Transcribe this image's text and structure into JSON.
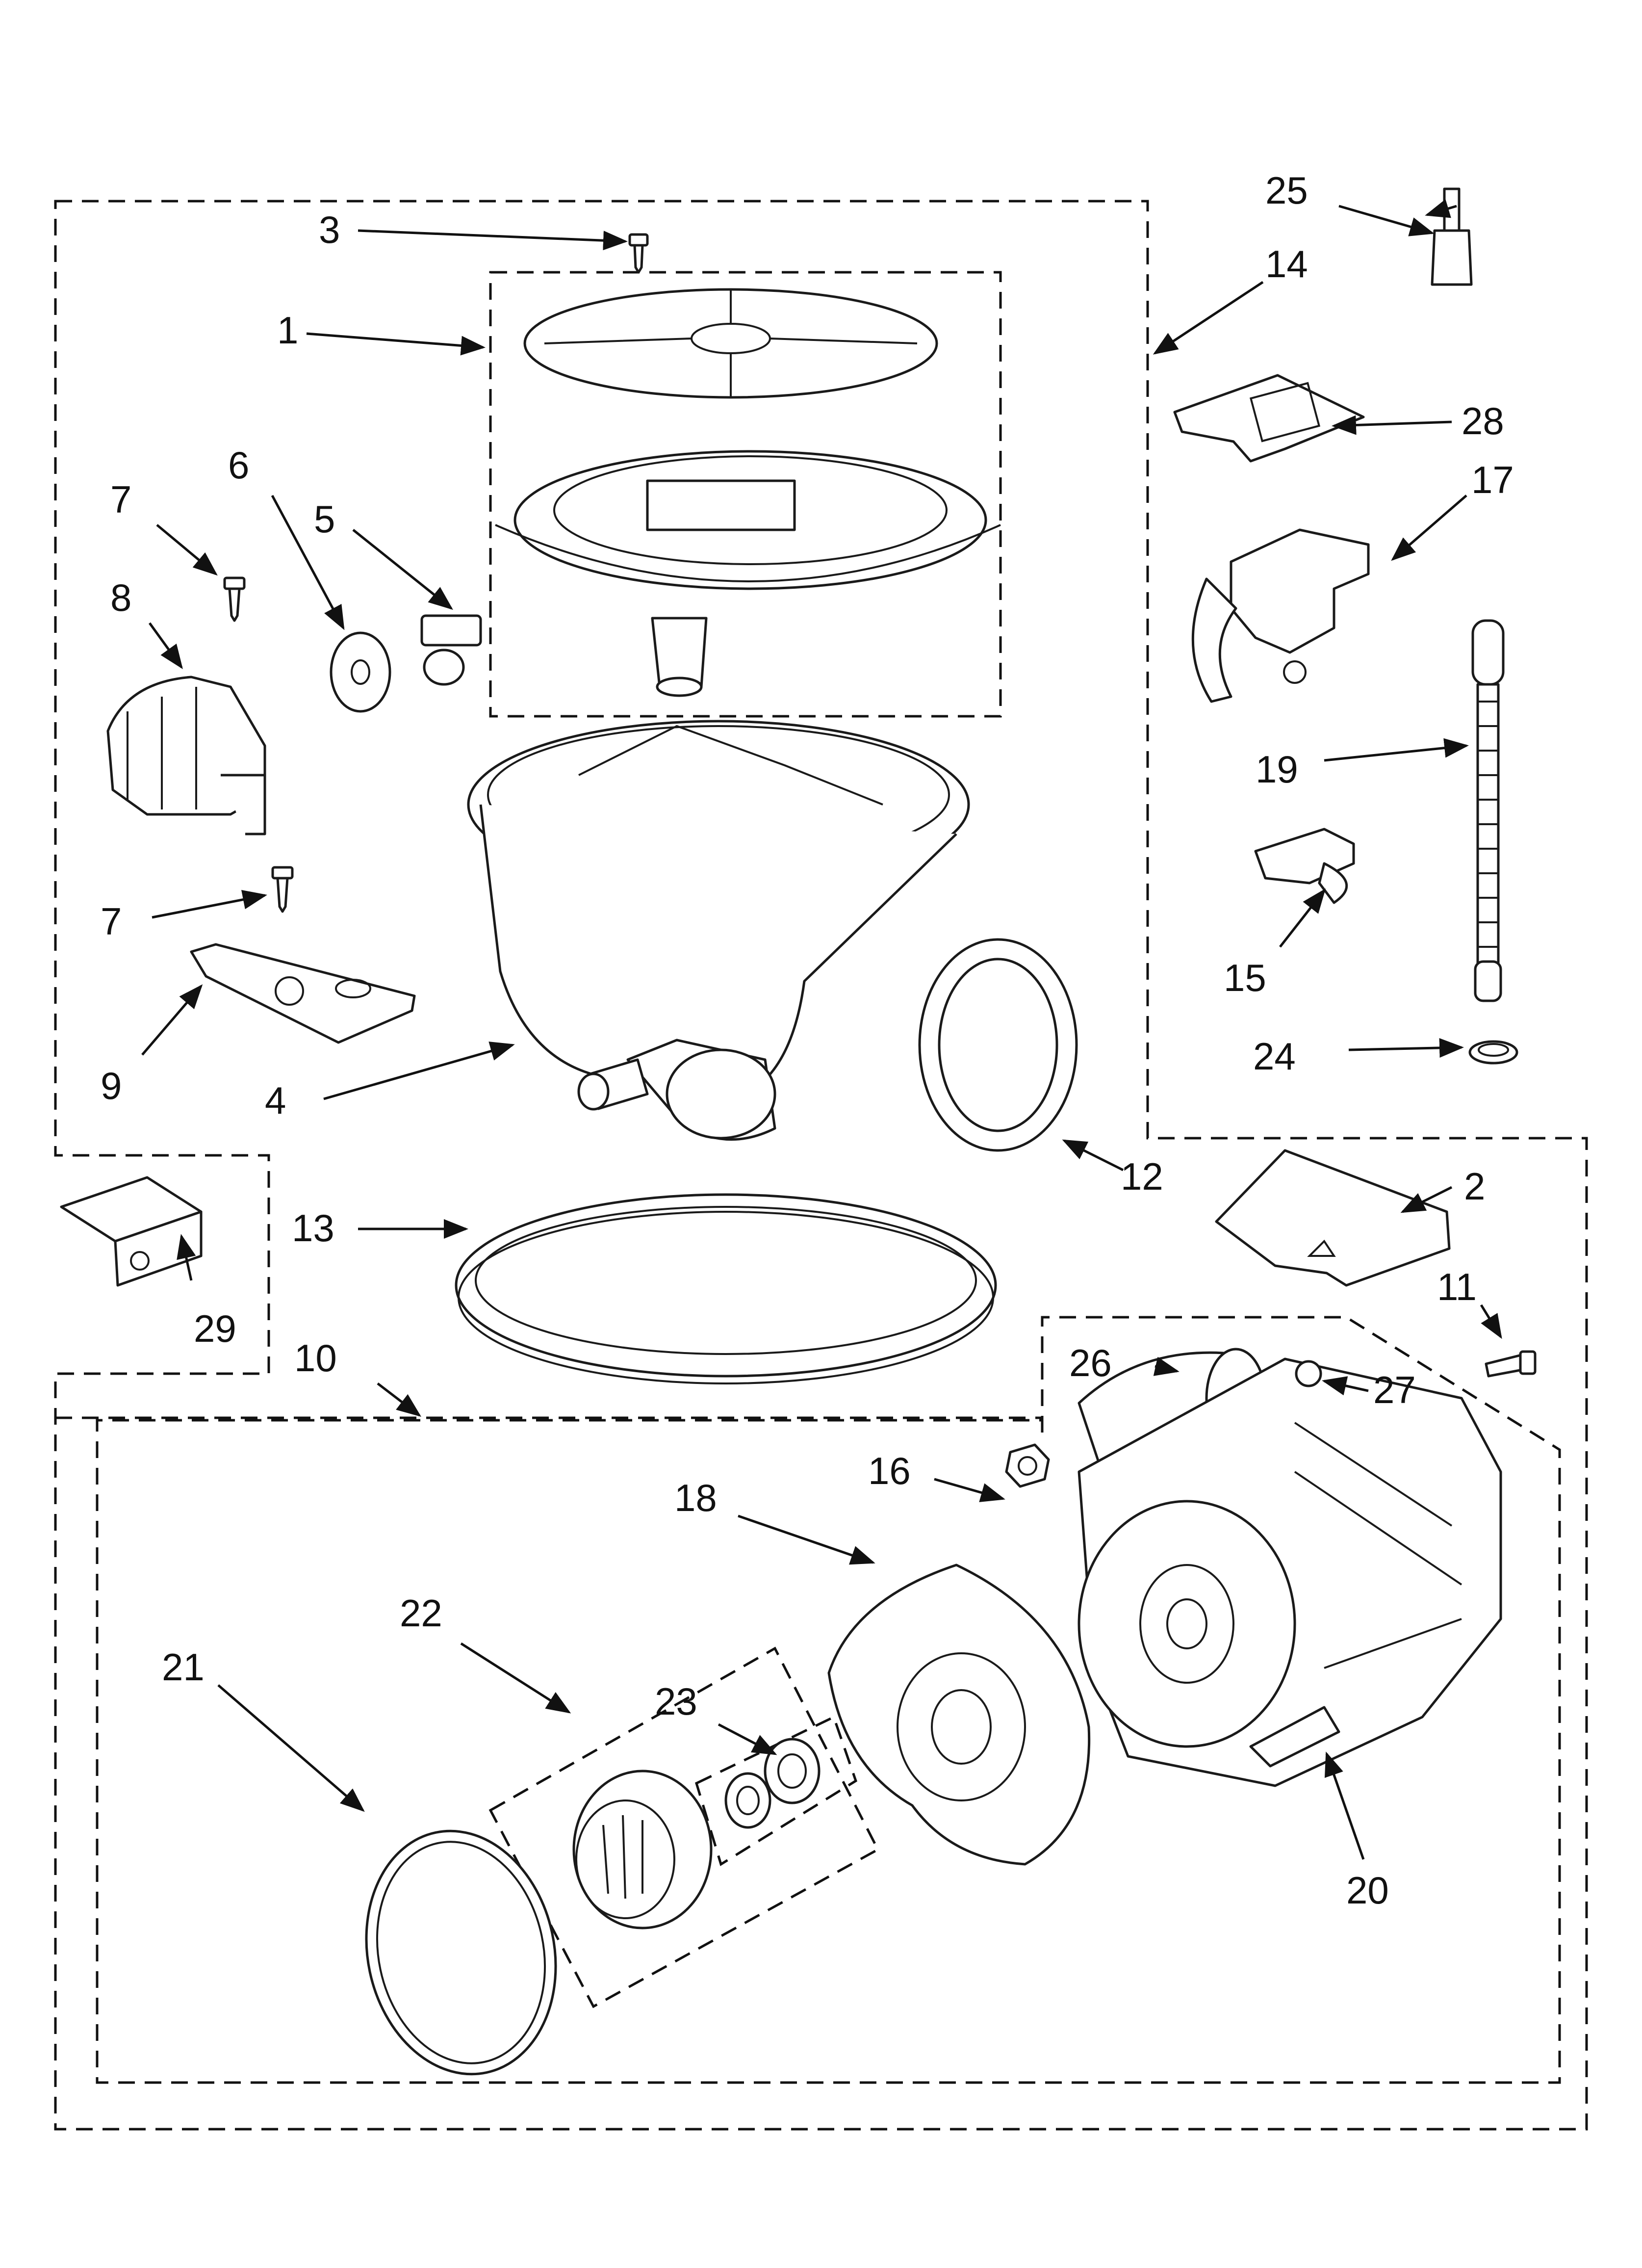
{
  "callouts": [
    {
      "id": "c1",
      "text": "1"
    },
    {
      "id": "c2",
      "text": "2"
    },
    {
      "id": "c3",
      "text": "3"
    },
    {
      "id": "c4",
      "text": "4"
    },
    {
      "id": "c5",
      "text": "5"
    },
    {
      "id": "c6",
      "text": "6"
    },
    {
      "id": "c7a",
      "text": "7"
    },
    {
      "id": "c7b",
      "text": "7"
    },
    {
      "id": "c8",
      "text": "8"
    },
    {
      "id": "c9",
      "text": "9"
    },
    {
      "id": "c10",
      "text": "10"
    },
    {
      "id": "c11",
      "text": "11"
    },
    {
      "id": "c12",
      "text": "12"
    },
    {
      "id": "c13",
      "text": "13"
    },
    {
      "id": "c14",
      "text": "14"
    },
    {
      "id": "c15",
      "text": "15"
    },
    {
      "id": "c16",
      "text": "16"
    },
    {
      "id": "c17",
      "text": "17"
    },
    {
      "id": "c18",
      "text": "18"
    },
    {
      "id": "c19",
      "text": "19"
    },
    {
      "id": "c20",
      "text": "20"
    },
    {
      "id": "c21",
      "text": "21"
    },
    {
      "id": "c22",
      "text": "22"
    },
    {
      "id": "c23",
      "text": "23"
    },
    {
      "id": "c24",
      "text": "24"
    },
    {
      "id": "c25",
      "text": "25"
    },
    {
      "id": "c26",
      "text": "26"
    },
    {
      "id": "c27",
      "text": "27"
    },
    {
      "id": "c28",
      "text": "28"
    },
    {
      "id": "c29",
      "text": "29"
    }
  ]
}
